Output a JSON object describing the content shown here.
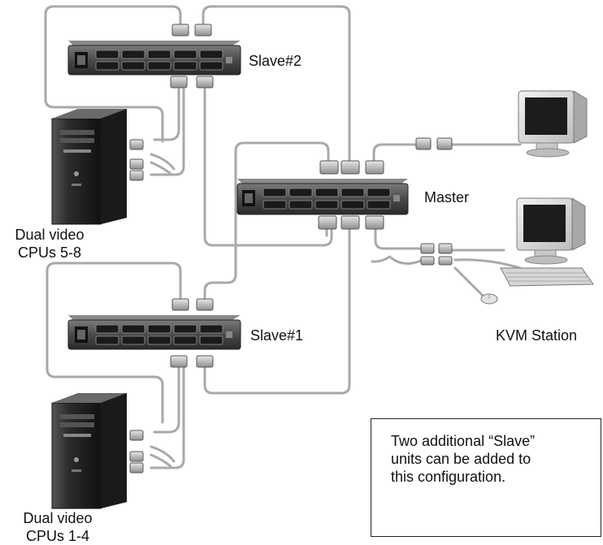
{
  "labels": {
    "slave2": "Slave#2",
    "slave1": "Slave#1",
    "master": "Master",
    "kvm_station": "KVM Station",
    "cpu_group_top": {
      "line1": "Dual video",
      "line2": "CPUs 5-8"
    },
    "cpu_group_bottom": {
      "line1": "Dual video",
      "line2": "CPUs 1-4"
    }
  },
  "note": {
    "line1": "Two additional “Slave”",
    "line2": "units can be added to",
    "line3": "this configuration."
  },
  "colors": {
    "cable": "#a9a9a9",
    "switch_body": "#3a3a3a",
    "switch_face": "#6e6e6e",
    "tower": "#2e2e2e",
    "monitor_frame": "#d9d9d9",
    "screen": "#1c1c1c"
  },
  "icons": [
    "kvm-switch-icon",
    "computer-tower-icon",
    "monitor-icon",
    "keyboard-icon",
    "mouse-icon",
    "connector-icon"
  ]
}
